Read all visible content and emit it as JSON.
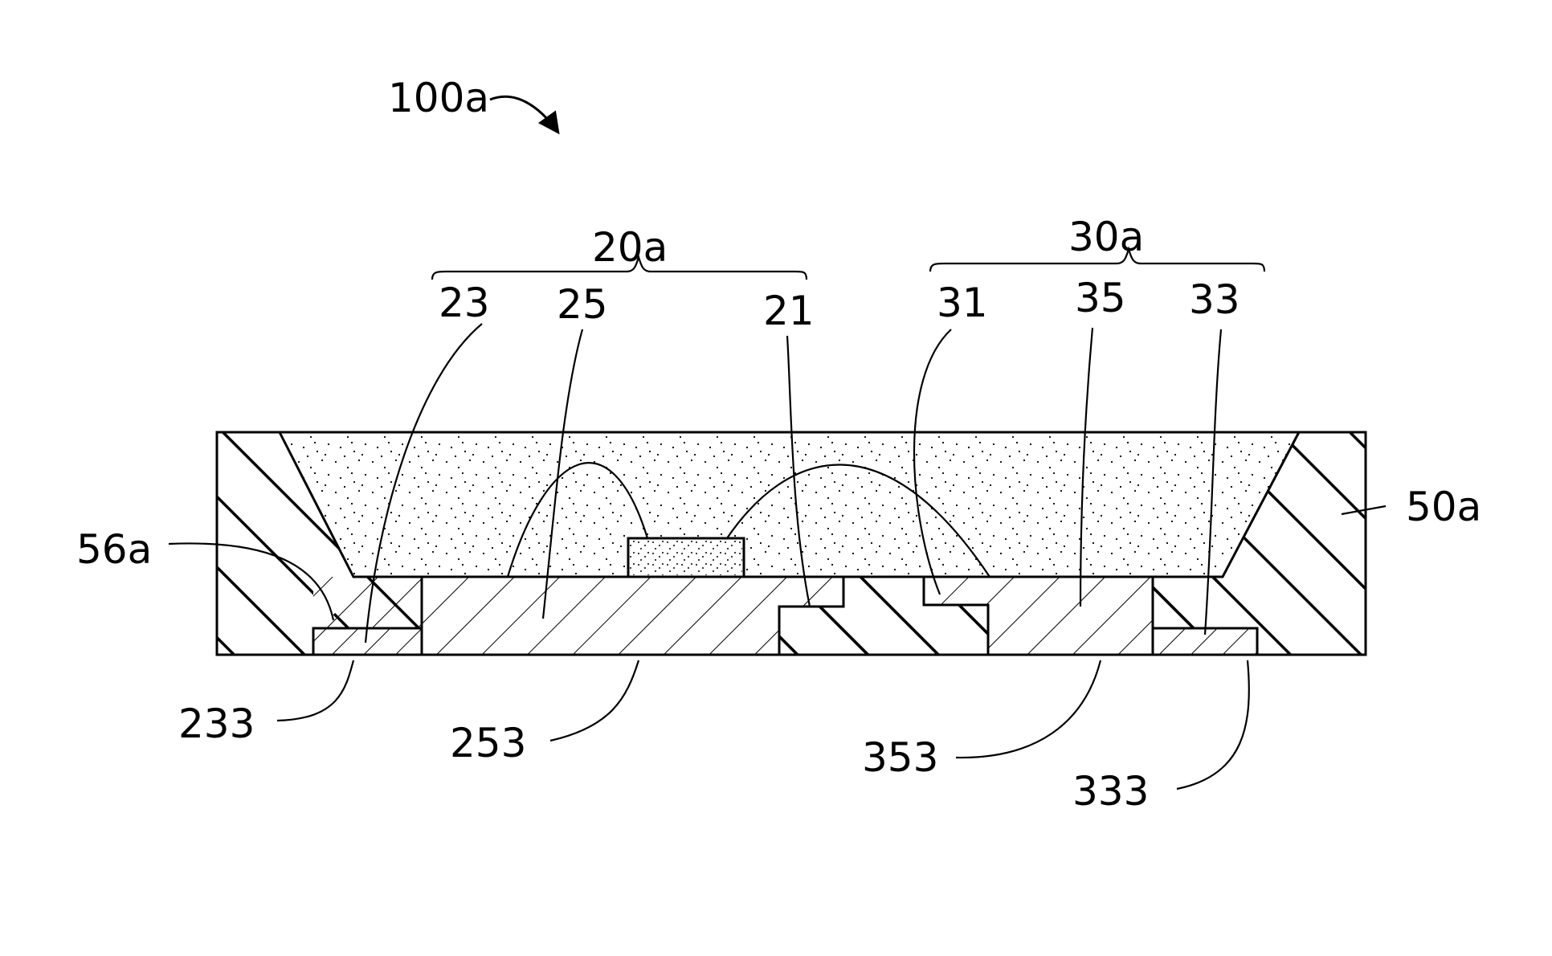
{
  "figure_id": "100a",
  "groups": {
    "g20": "20a",
    "g30": "30a"
  },
  "labels": {
    "l23": "23",
    "l25": "25",
    "l21": "21",
    "l31": "31",
    "l35": "35",
    "l33": "33",
    "l50": "50a",
    "l56": "56a",
    "l233": "233",
    "l253": "253",
    "l353": "353",
    "l333": "333"
  },
  "colors": {
    "ink": "#000000",
    "paper": "#ffffff"
  }
}
